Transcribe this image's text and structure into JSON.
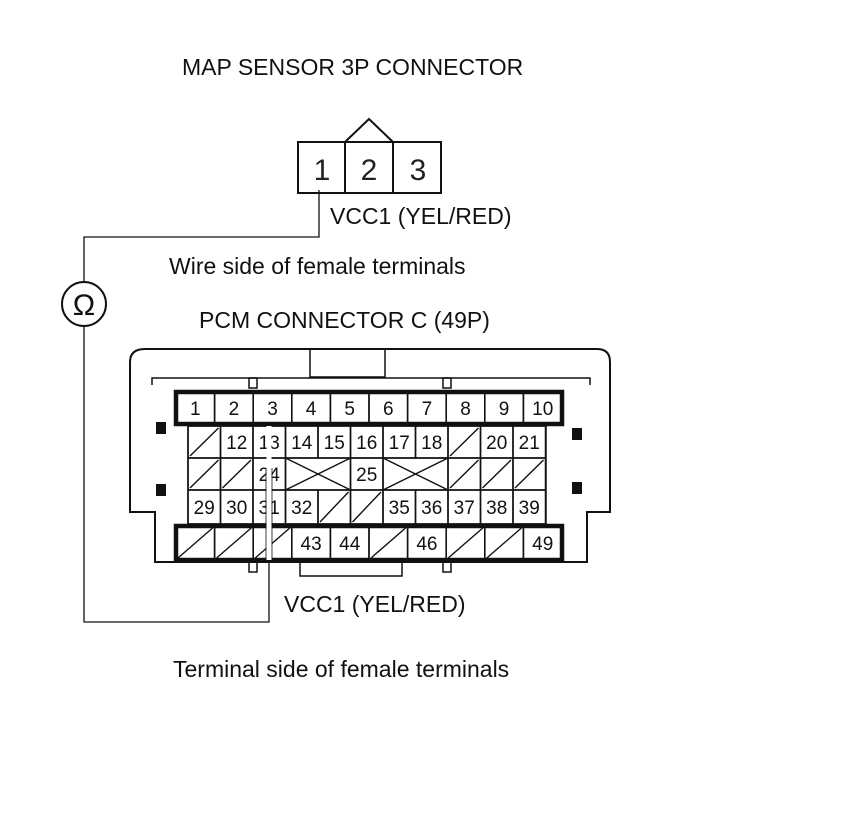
{
  "labels": {
    "map_title": "MAP SENSOR 3P CONNECTOR",
    "vcc1_top": "VCC1 (YEL/RED)",
    "wire_side": "Wire side of female terminals",
    "pcm_title": "PCM CONNECTOR C (49P)",
    "vcc1_bottom": "VCC1 (YEL/RED)",
    "terminal_side": "Terminal side of female terminals",
    "ohm_symbol": "Ω"
  },
  "map_connector": {
    "pins": [
      "1",
      "2",
      "3"
    ]
  },
  "pcm_connector": {
    "row1": [
      "1",
      "2",
      "3",
      "4",
      "5",
      "6",
      "7",
      "8",
      "9",
      "10"
    ],
    "row2": [
      "/",
      "12",
      "13",
      "14",
      "15",
      "16",
      "17",
      "18",
      "/",
      "20",
      "21"
    ],
    "row3": [
      "/",
      "/",
      "24",
      "X",
      "25",
      "X",
      "/",
      "/",
      "/"
    ],
    "row4": [
      "29",
      "30",
      "31",
      "32",
      "/",
      "/",
      "35",
      "36",
      "37",
      "38",
      "39"
    ],
    "row5": [
      "/",
      "/",
      "/",
      "43",
      "44",
      "/",
      "46",
      "/",
      "/",
      "49"
    ]
  },
  "colors": {
    "line": "#111111",
    "highlight": "#ffffff"
  }
}
